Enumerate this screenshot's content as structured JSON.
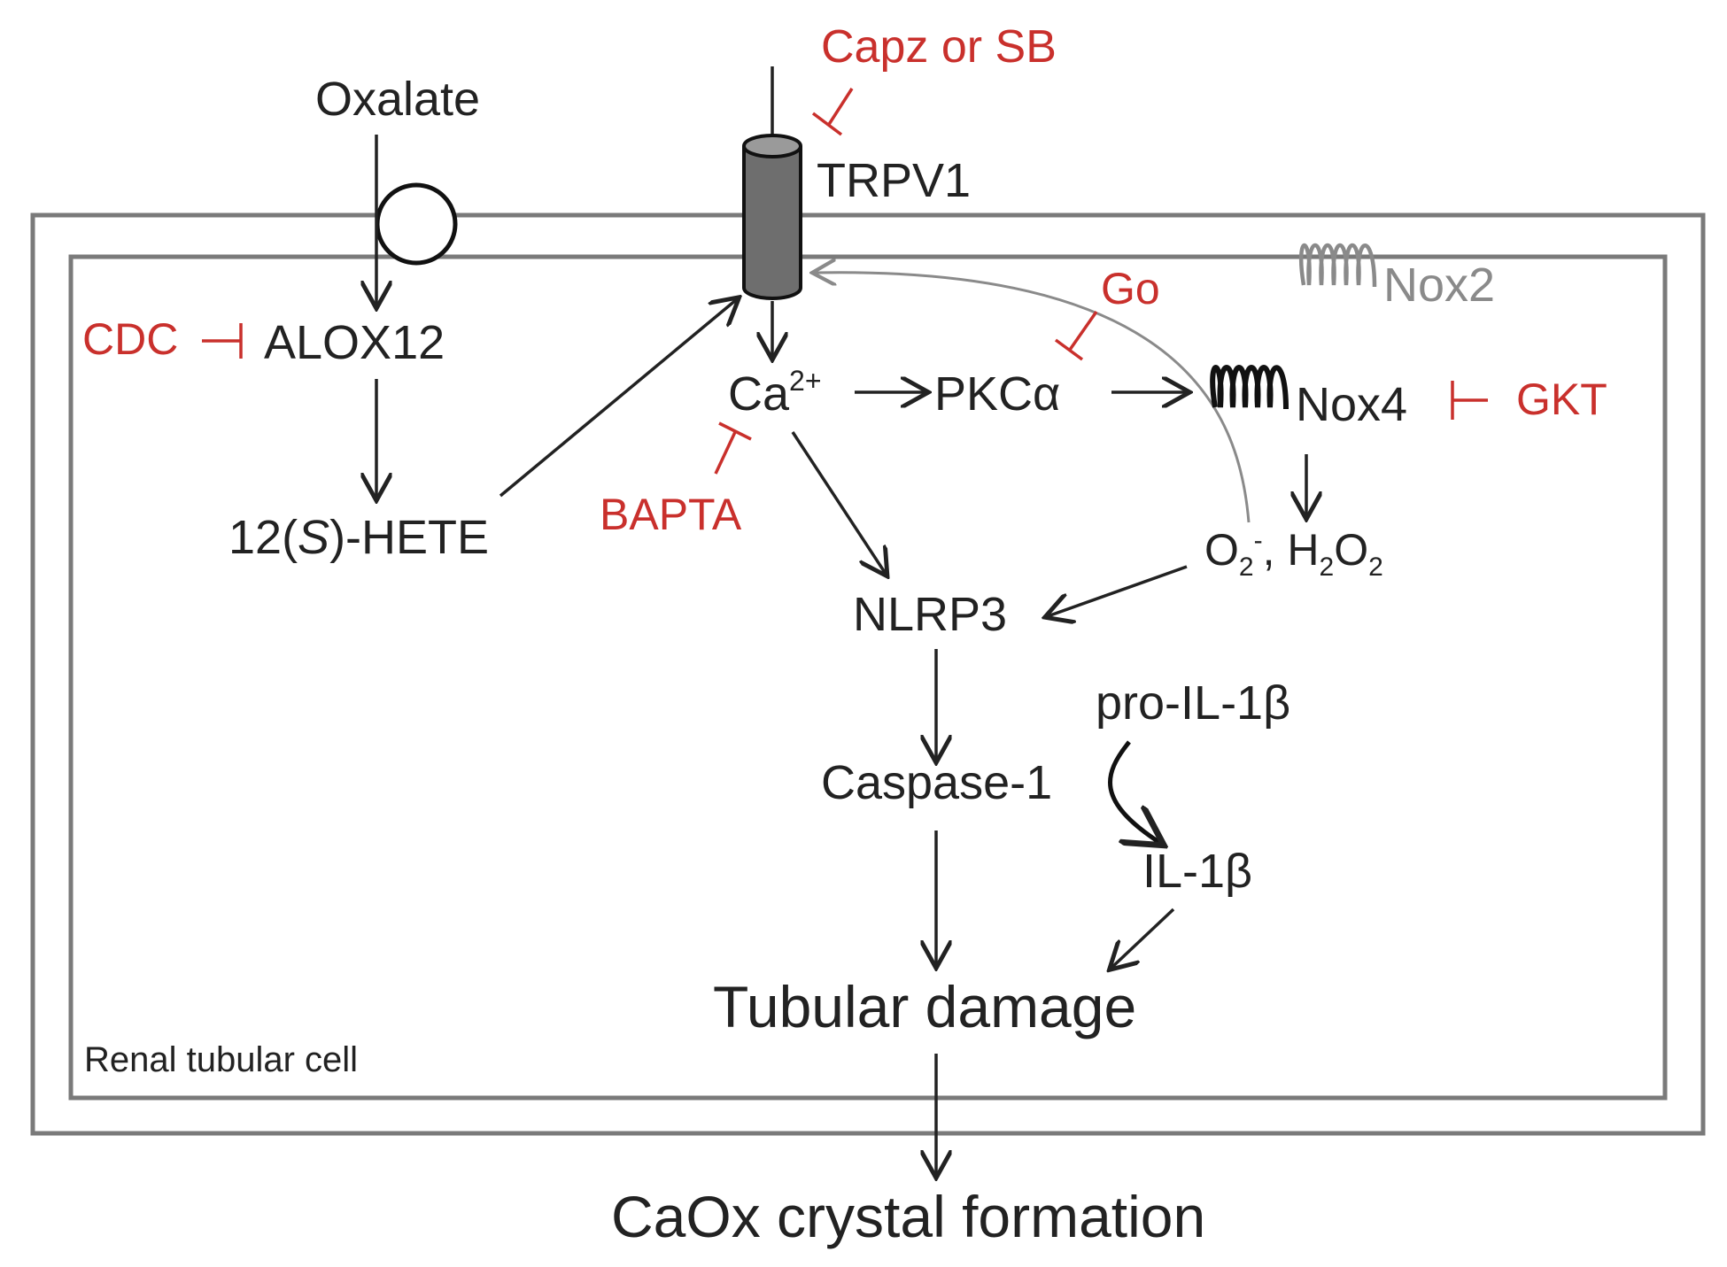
{
  "labels": {
    "oxalate": "Oxalate",
    "trpv1": "TRPV1",
    "alox12": "ALOX12",
    "hete_prefix": "12(",
    "hete_s": "S",
    "hete_suffix": ")-HETE",
    "ca_base": "Ca",
    "ca_sup": "2+",
    "pkc": "PKCα",
    "nox4": "Nox4",
    "nox2": "Nox2",
    "ros_o": "O",
    "ros_o_sub": "2",
    "ros_o_sup": "-",
    "ros_sep": ", H",
    "ros_h_sub": "2",
    "ros_o2": "O",
    "ros_o2_sub": "2",
    "nlrp3": "NLRP3",
    "pro_il1b": "pro-IL-1β",
    "caspase1": "Caspase-1",
    "il1b": "IL-1β",
    "tubular_damage": "Tubular damage",
    "caox": "CaOx crystal formation",
    "cell_label": "Renal tubular  cell"
  },
  "inhibitors": {
    "capz_sb": "Capz or SB",
    "cdc": "CDC",
    "go": "Go",
    "bapta": "BAPTA",
    "gkt": "GKT"
  },
  "colors": {
    "text": "#222222",
    "inhibitor": "#c9302c",
    "nox2": "#8a8a8a",
    "membrane": "#7a7a7a",
    "channel": "#6e6e6e"
  }
}
